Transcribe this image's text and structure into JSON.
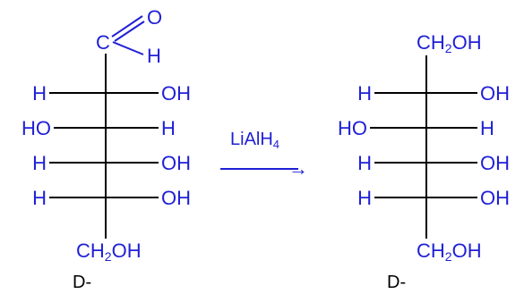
{
  "diagram": {
    "colors": {
      "atoms": "#1f1fd6",
      "bonds": "#000000",
      "background": "#ffffff"
    },
    "reactant": {
      "top_C": "C",
      "top_O": "O",
      "top_H": "H",
      "rows": [
        {
          "left": "H",
          "right": "OH"
        },
        {
          "left": "HO",
          "right": "H"
        },
        {
          "left": "H",
          "right": "OH"
        },
        {
          "left": "H",
          "right": "OH"
        }
      ],
      "bottom": {
        "main": "CH",
        "sub": "2",
        "tail": "OH"
      },
      "caption": "D-"
    },
    "product": {
      "top": {
        "main": "CH",
        "sub": "2",
        "tail": "OH"
      },
      "rows": [
        {
          "left": "H",
          "right": "OH"
        },
        {
          "left": "HO",
          "right": "H"
        },
        {
          "left": "H",
          "right": "OH"
        },
        {
          "left": "H",
          "right": "OH"
        }
      ],
      "bottom": {
        "main": "CH",
        "sub": "2",
        "tail": "OH"
      },
      "caption": "D-"
    },
    "reagent": {
      "main": "LiAlH",
      "sub": "4"
    },
    "arrow_glyph": "→"
  }
}
